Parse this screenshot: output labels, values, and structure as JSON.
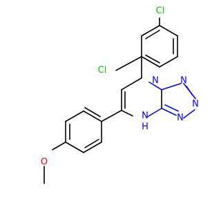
{
  "molecule": {
    "atoms": {
      "cl_top": "Cl",
      "cl_left": "Cl",
      "n1": "N",
      "n2": "N",
      "n3": "N",
      "n4": "N",
      "nh": "N",
      "nh_h": "H",
      "o": "O"
    },
    "colors": {
      "bond": "#000000",
      "nitrogen": "#0000ff",
      "oxygen": "#ff0000",
      "chlorine": "#00cc00"
    }
  }
}
